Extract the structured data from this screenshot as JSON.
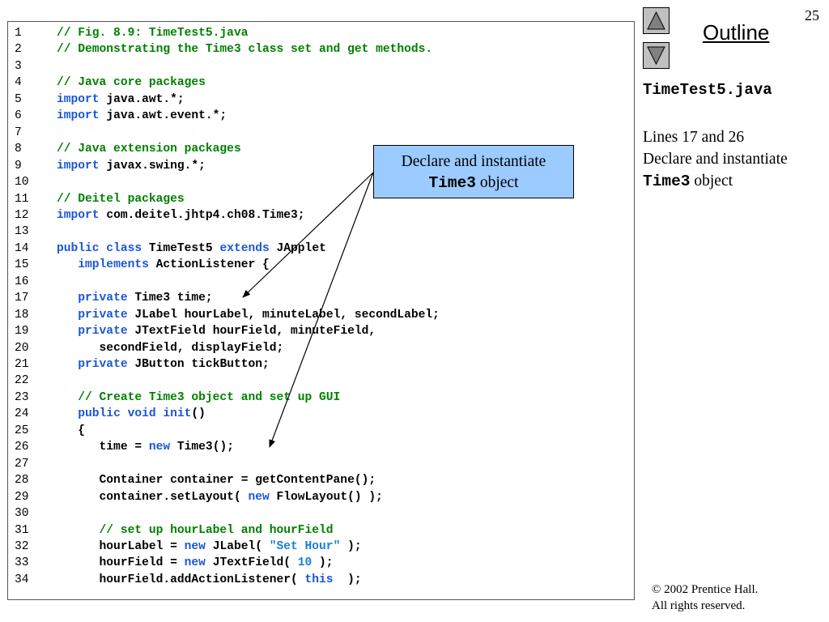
{
  "slide": {
    "page_number": "25",
    "outline_label": "Outline",
    "nav": {
      "up_icon": "triangle-up-icon",
      "down_icon": "triangle-down-icon"
    }
  },
  "sidebar": {
    "file_name": "TimeTest5.java",
    "note_line1": "Lines 17 and 26",
    "note_line2": "Declare and instantiate",
    "note_code": "Time3",
    "note_rest": " object"
  },
  "callout": {
    "line1": "Declare and instantiate",
    "code": "Time3",
    "rest": " object"
  },
  "copyright": {
    "line1": "© 2002 Prentice Hall.",
    "line2": "All rights reserved."
  },
  "colors": {
    "comment": "#008000",
    "keyword": "#1a56d6",
    "string": "#1a7fd6",
    "callout_bg": "#9ccbff"
  },
  "code": [
    {
      "n": "1",
      "t": [
        [
          "c",
          "// Fig. 8.9: TimeTest5.java"
        ]
      ]
    },
    {
      "n": "2",
      "t": [
        [
          "c",
          "// Demonstrating the Time3 class set and get methods."
        ]
      ]
    },
    {
      "n": "3",
      "t": []
    },
    {
      "n": "4",
      "t": [
        [
          "c",
          "// Java core packages"
        ]
      ]
    },
    {
      "n": "5",
      "t": [
        [
          "k",
          "import"
        ],
        [
          "",
          "java.awt.*;"
        ]
      ]
    },
    {
      "n": "6",
      "t": [
        [
          "k",
          "import"
        ],
        [
          "",
          "java.awt.event.*;"
        ]
      ]
    },
    {
      "n": "7",
      "t": []
    },
    {
      "n": "8",
      "t": [
        [
          "c",
          "// Java extension packages"
        ]
      ]
    },
    {
      "n": "9",
      "t": [
        [
          "k",
          "import"
        ],
        [
          "",
          "javax.swing.*;"
        ]
      ]
    },
    {
      "n": "10",
      "t": []
    },
    {
      "n": "11",
      "t": [
        [
          "c",
          "// Deitel packages"
        ]
      ]
    },
    {
      "n": "12",
      "t": [
        [
          "k",
          "import"
        ],
        [
          "",
          "com.deitel.jhtp4.ch08.Time3;"
        ]
      ]
    },
    {
      "n": "13",
      "t": []
    },
    {
      "n": "14",
      "t": [
        [
          "k",
          "public class"
        ],
        [
          "",
          "TimeTest5"
        ],
        [
          "k",
          "extends"
        ],
        [
          "",
          "JApplet"
        ]
      ]
    },
    {
      "n": "15",
      "t": [
        [
          "",
          "   "
        ],
        [
          "k",
          "implements"
        ],
        [
          "",
          "ActionListener {"
        ]
      ]
    },
    {
      "n": "16",
      "t": []
    },
    {
      "n": "17",
      "t": [
        [
          "",
          "   "
        ],
        [
          "k",
          "private"
        ],
        [
          "",
          "Time3 time;"
        ]
      ]
    },
    {
      "n": "18",
      "t": [
        [
          "",
          "   "
        ],
        [
          "k",
          "private"
        ],
        [
          "",
          "JLabel hourLabel, minuteLabel, secondLabel;"
        ]
      ]
    },
    {
      "n": "19",
      "t": [
        [
          "",
          "   "
        ],
        [
          "k",
          "private"
        ],
        [
          "",
          "JTextField hourField, minuteField,"
        ]
      ]
    },
    {
      "n": "20",
      "t": [
        [
          "",
          "      secondField, displayField;"
        ]
      ]
    },
    {
      "n": "21",
      "t": [
        [
          "",
          "   "
        ],
        [
          "k",
          "private"
        ],
        [
          "",
          "JButton tickButton;"
        ]
      ]
    },
    {
      "n": "22",
      "t": []
    },
    {
      "n": "23",
      "t": [
        [
          "",
          "   "
        ],
        [
          "c",
          "// Create Time3 object and set up GUI"
        ]
      ]
    },
    {
      "n": "24",
      "t": [
        [
          "",
          "   "
        ],
        [
          "k",
          "public void init"
        ],
        [
          "",
          "()"
        ]
      ]
    },
    {
      "n": "25",
      "t": [
        [
          "",
          "   {"
        ]
      ]
    },
    {
      "n": "26",
      "t": [
        [
          "",
          "      time = "
        ],
        [
          "k",
          "new"
        ],
        [
          "",
          "Time3();"
        ]
      ]
    },
    {
      "n": "27",
      "t": []
    },
    {
      "n": "28",
      "t": [
        [
          "",
          "      Container container = getContentPane();"
        ]
      ]
    },
    {
      "n": "29",
      "t": [
        [
          "",
          "      container.setLayout( "
        ],
        [
          "k",
          "new"
        ],
        [
          "",
          "FlowLayout() );"
        ]
      ]
    },
    {
      "n": "30",
      "t": []
    },
    {
      "n": "31",
      "t": [
        [
          "",
          "      "
        ],
        [
          "c",
          "// set up hourLabel and hourField"
        ]
      ]
    },
    {
      "n": "32",
      "t": [
        [
          "",
          "      hourLabel = "
        ],
        [
          "k",
          "new"
        ],
        [
          "",
          "JLabel( "
        ],
        [
          "s",
          "\"Set Hour\""
        ],
        [
          "",
          " );"
        ]
      ]
    },
    {
      "n": "33",
      "t": [
        [
          "",
          "      hourField = "
        ],
        [
          "k",
          "new"
        ],
        [
          "",
          "JTextField( "
        ],
        [
          "s",
          "10"
        ],
        [
          "",
          " );"
        ]
      ]
    },
    {
      "n": "34",
      "t": [
        [
          "",
          "      hourField.addActionListener( "
        ],
        [
          "k",
          "this"
        ],
        [
          "",
          " );"
        ]
      ]
    }
  ]
}
